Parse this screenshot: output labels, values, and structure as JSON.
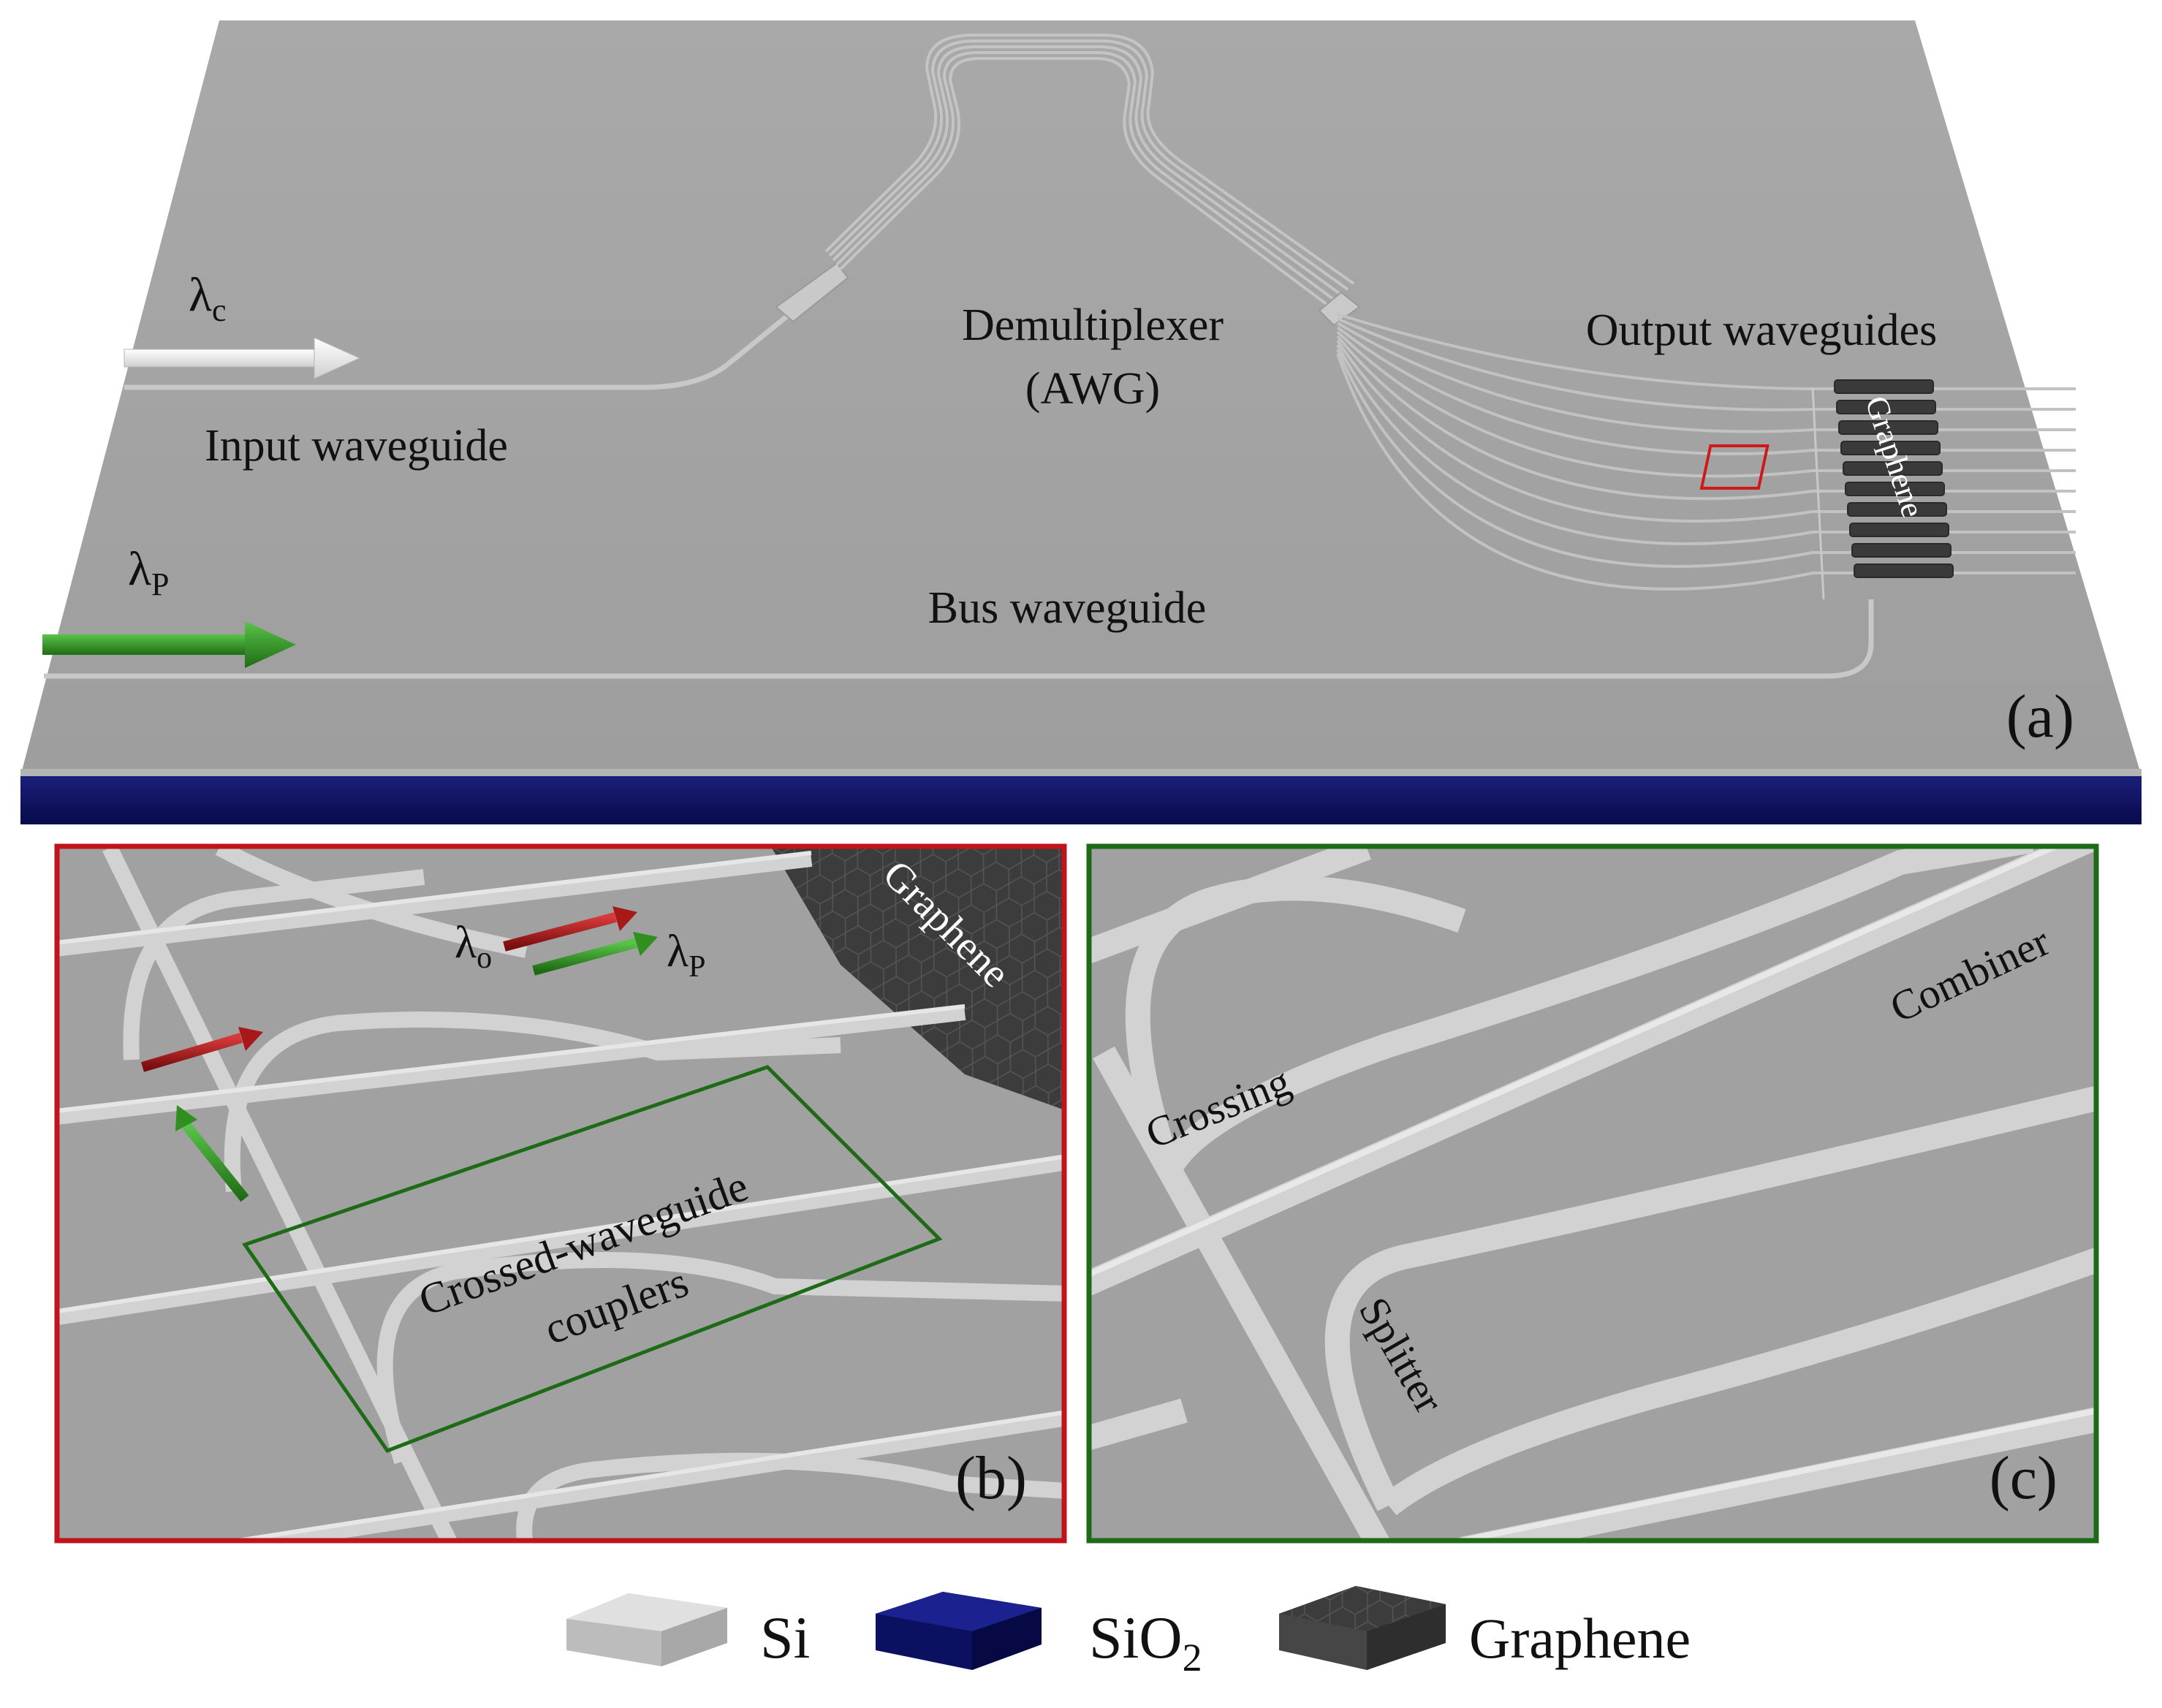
{
  "panel_a": {
    "lambda_c": "λ",
    "lambda_c_sub": "c",
    "input_waveguide": "Input waveguide",
    "lambda_p": "λ",
    "lambda_p_sub": "P",
    "demux_line1": "Demultiplexer",
    "demux_line2": "(AWG)",
    "output_waveguides": "Output waveguides",
    "graphene": "Graphene",
    "bus_waveguide": "Bus waveguide",
    "panel_label": "(a)"
  },
  "panel_b": {
    "graphene": "Graphene",
    "lambda_o": "λ",
    "lambda_o_sub": "o",
    "lambda_p": "λ",
    "lambda_p_sub": "P",
    "coupler_line1": "Crossed-waveguide",
    "coupler_line2": "couplers",
    "panel_label": "(b)"
  },
  "panel_c": {
    "crossing": "Crossing",
    "combiner": "Combiner",
    "splitter": "Splitter",
    "panel_label": "(c)"
  },
  "legend": {
    "si": "Si",
    "sio2": "SiO",
    "sio2_sub": "2",
    "graphene": "Graphene"
  },
  "colors": {
    "substrate_top": "#a3a3a3",
    "substrate_side": "#0e1266",
    "waveguide": "#c9c9c9",
    "graphene": "#3e3e3e",
    "frame_b": "#c0141b",
    "frame_c": "#1d6b16",
    "arrow_green": "#2f8f1f",
    "arrow_red": "#a81818",
    "arrow_white": "#f2f2f2"
  }
}
